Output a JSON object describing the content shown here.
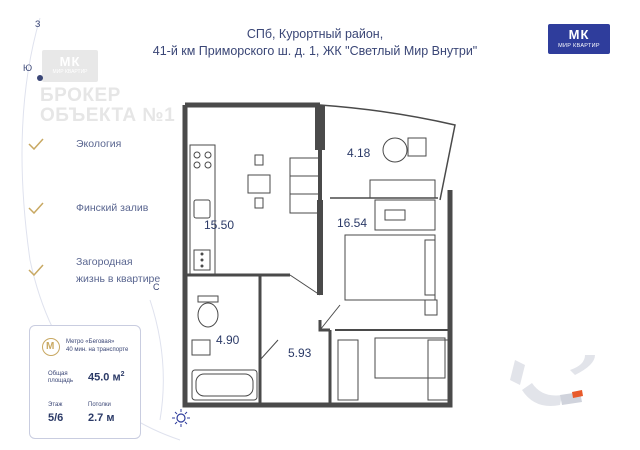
{
  "address": {
    "line1": "СПб, Курортный район,",
    "line2": "41-й км Приморского ш. д. 1, ЖК \"Светлый Мир Внутри\""
  },
  "brand": {
    "mark": "МК",
    "subtitle": "МИР КВАРТИР"
  },
  "watermark": {
    "mark": "МК",
    "subtitle": "МИР КВАРТИР",
    "line1": "БРОКЕР",
    "line2": "ОБЪЕКТА №1"
  },
  "compass": {
    "north": "З",
    "west": "Ю",
    "south": "С"
  },
  "features": [
    {
      "label": "Экология"
    },
    {
      "label": "Финский залив"
    },
    {
      "label_line1": "Загородная",
      "label_line2": "жизнь в квартире"
    }
  ],
  "card": {
    "metro_line1": "Метро «Беговая»",
    "metro_line2": "40 мин. на транспорте",
    "area_label_line1": "Общая",
    "area_label_line2": "площадь",
    "area_value": "45.0 м",
    "area_unit_sup": "2",
    "floor_label": "Этаж",
    "floor_value": "5/6",
    "ceiling_label": "Потолки",
    "ceiling_value": "2.7 м"
  },
  "rooms": {
    "kitchen": "15.50",
    "balcony": "4.18",
    "bedroom": "16.54",
    "bathroom": "4.90",
    "hall": "5.93"
  },
  "colors": {
    "text": "#2b3a67",
    "brand_blue": "#2f3d9c",
    "wall": "#4a4a4a",
    "accent_gold": "#c8a862",
    "minimap_highlight": "#e85a2a"
  }
}
